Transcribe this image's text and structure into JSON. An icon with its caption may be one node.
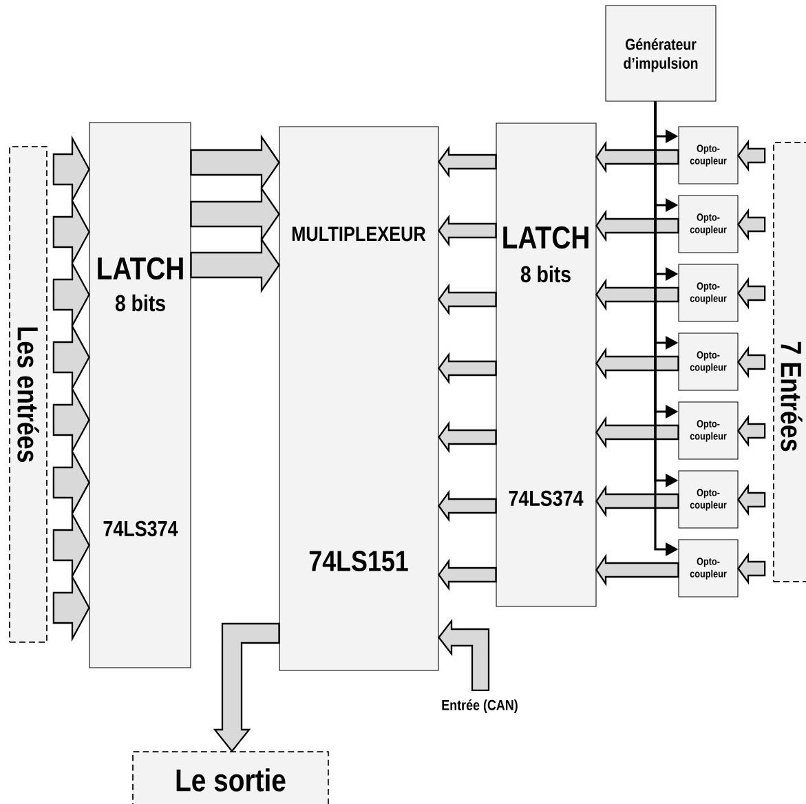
{
  "diagram": {
    "nodes": [
      {
        "text": [
          "Les entrées"
        ]
      },
      {
        "text": [
          "LATCH",
          "8 bits",
          "74LS374"
        ]
      },
      {
        "text": [
          "MULTIPLEXEUR",
          "74LS151"
        ]
      },
      {
        "text": [
          "LATCH",
          "8 bits",
          "74LS374"
        ]
      },
      {
        "text": [
          "Générateur d’impulsion"
        ]
      },
      {
        "text": [
          "Opto- coupleur"
        ]
      },
      {
        "text": [
          "Opto- coupleur"
        ]
      },
      {
        "text": [
          "Opto- coupleur"
        ]
      },
      {
        "text": [
          "Opto- coupleur"
        ]
      },
      {
        "text": [
          "Opto- coupleur"
        ]
      },
      {
        "text": [
          "Opto- coupleur"
        ]
      },
      {
        "text": [
          "Opto- coupleur"
        ]
      },
      {
        "text": [
          "7 Entrées"
        ]
      },
      {
        "text": [
          "Le sortie"
        ]
      },
      {
        "text": [
          "Entrée (CAN)"
        ]
      }
    ],
    "edges": [
      {
        "from": 0,
        "to": 1,
        "arrow": "to",
        "style": "thick"
      },
      {
        "from": 0,
        "to": 1,
        "arrow": "to",
        "style": "thick"
      },
      {
        "from": 0,
        "to": 1,
        "arrow": "to",
        "style": "thick"
      },
      {
        "from": 0,
        "to": 1,
        "arrow": "to",
        "style": "thick"
      },
      {
        "from": 0,
        "to": 1,
        "arrow": "to",
        "style": "thick"
      },
      {
        "from": 0,
        "to": 1,
        "arrow": "to",
        "style": "thick"
      },
      {
        "from": 0,
        "to": 1,
        "arrow": "to",
        "style": "thick"
      },
      {
        "from": 0,
        "to": 1,
        "arrow": "to",
        "style": "thick"
      },
      {
        "from": 1,
        "to": 2,
        "arrow": "to",
        "style": "thick"
      },
      {
        "from": 1,
        "to": 2,
        "arrow": "to",
        "style": "thick"
      },
      {
        "from": 1,
        "to": 2,
        "arrow": "to",
        "style": "thick"
      },
      {
        "from": 3,
        "to": 2,
        "arrow": "to",
        "style": "thick"
      },
      {
        "from": 3,
        "to": 2,
        "arrow": "to",
        "style": "thick"
      },
      {
        "from": 3,
        "to": 2,
        "arrow": "to",
        "style": "thick"
      },
      {
        "from": 3,
        "to": 2,
        "arrow": "to",
        "style": "thick"
      },
      {
        "from": 3,
        "to": 2,
        "arrow": "to",
        "style": "thick"
      },
      {
        "from": 3,
        "to": 2,
        "arrow": "to",
        "style": "thick"
      },
      {
        "from": 3,
        "to": 2,
        "arrow": "to",
        "style": "thick"
      },
      {
        "from": 5,
        "to": 3,
        "arrow": "to",
        "style": "thick"
      },
      {
        "from": 6,
        "to": 3,
        "arrow": "to",
        "style": "thick"
      },
      {
        "from": 7,
        "to": 3,
        "arrow": "to",
        "style": "thick"
      },
      {
        "from": 8,
        "to": 3,
        "arrow": "to",
        "style": "thick"
      },
      {
        "from": 9,
        "to": 3,
        "arrow": "to",
        "style": "thick"
      },
      {
        "from": 10,
        "to": 3,
        "arrow": "to",
        "style": "thick"
      },
      {
        "from": 11,
        "to": 3,
        "arrow": "to",
        "style": "thick"
      },
      {
        "from": 12,
        "to": 5,
        "arrow": "to",
        "style": "thick"
      },
      {
        "from": 12,
        "to": 6,
        "arrow": "to",
        "style": "thick"
      },
      {
        "from": 12,
        "to": 7,
        "arrow": "to",
        "style": "thick"
      },
      {
        "from": 12,
        "to": 8,
        "arrow": "to",
        "style": "thick"
      },
      {
        "from": 12,
        "to": 9,
        "arrow": "to",
        "style": "thick"
      },
      {
        "from": 12,
        "to": 10,
        "arrow": "to",
        "style": "thick"
      },
      {
        "from": 12,
        "to": 11,
        "arrow": "to",
        "style": "thick"
      },
      {
        "from": 4,
        "to": 5,
        "arrow": "to"
      },
      {
        "from": 4,
        "to": 6,
        "arrow": "to"
      },
      {
        "from": 4,
        "to": 7,
        "arrow": "to"
      },
      {
        "from": 4,
        "to": 8,
        "arrow": "to"
      },
      {
        "from": 4,
        "to": 9,
        "arrow": "to"
      },
      {
        "from": 4,
        "to": 10,
        "arrow": "to"
      },
      {
        "from": 4,
        "to": 11,
        "arrow": "to"
      },
      {
        "from": 2,
        "to": 13,
        "arrow": "to",
        "style": "thick"
      },
      {
        "from": 14,
        "to": 2,
        "arrow": "to",
        "style": "thick"
      }
    ]
  }
}
